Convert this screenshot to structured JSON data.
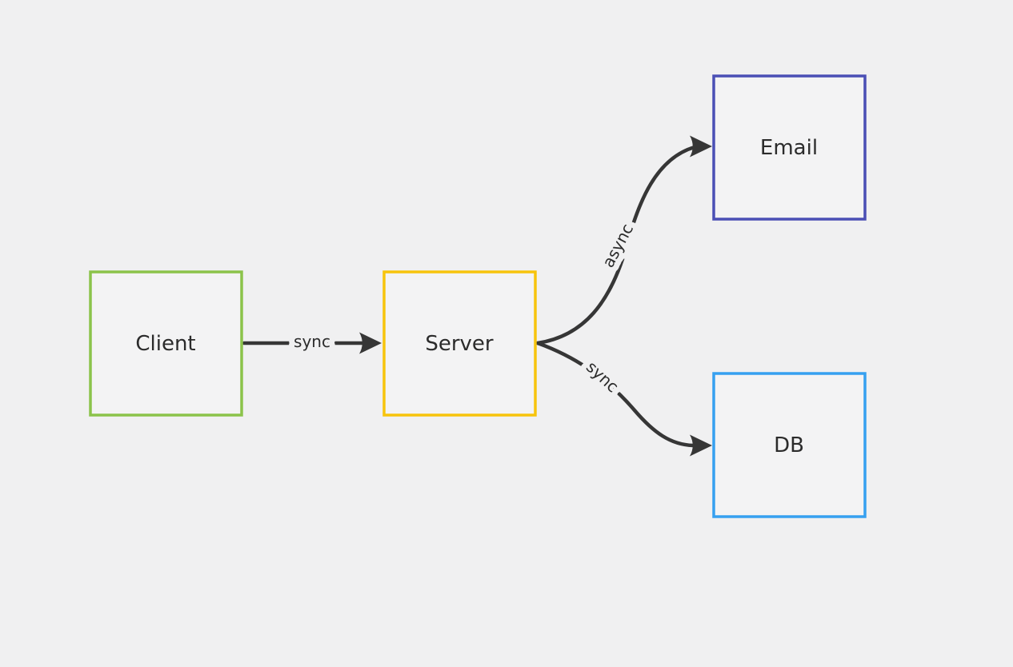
{
  "diagram": {
    "type": "flowchart",
    "colors": {
      "background": "#f0f0f1",
      "node_fill": "#f3f3f4",
      "arrow": "#363636",
      "text": "#2b2b2b"
    },
    "nodes": [
      {
        "id": "client",
        "label": "Client",
        "border_color": "#8bc34a"
      },
      {
        "id": "server",
        "label": "Server",
        "border_color": "#f7c40c"
      },
      {
        "id": "email",
        "label": "Email",
        "border_color": "#4a4fb5"
      },
      {
        "id": "db",
        "label": "DB",
        "border_color": "#36a0f0"
      }
    ],
    "edges": [
      {
        "id": "client-server",
        "from": "Client",
        "to": "Server",
        "label": "sync",
        "style": "straight"
      },
      {
        "id": "server-email",
        "from": "Server",
        "to": "Email",
        "label": "async",
        "style": "curved-up"
      },
      {
        "id": "server-db",
        "from": "Server",
        "to": "DB",
        "label": "sync",
        "style": "curved-down"
      }
    ]
  }
}
